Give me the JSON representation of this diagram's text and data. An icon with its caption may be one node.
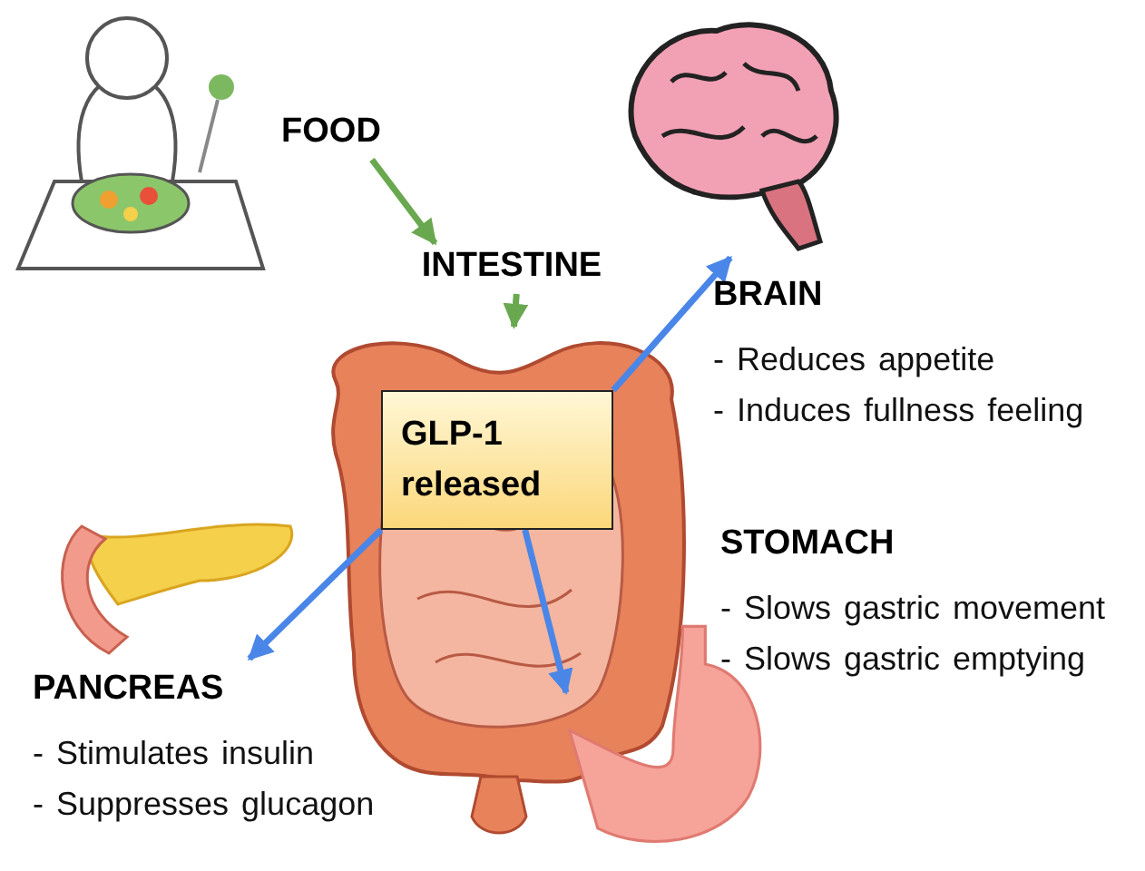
{
  "diagram": {
    "nodes": [
      {
        "text": [
          "FOOD"
        ]
      },
      {
        "text": [
          "INTESTINE"
        ]
      },
      {
        "text": [],
        "shape": "picture"
      },
      {
        "text": [
          "GLP-1 released"
        ],
        "in": 2
      },
      {
        "text": [],
        "shape": "picture",
        "beside": [
          "BRAIN",
          "- Reduces appetite",
          "- Induces fullness feeling"
        ]
      },
      {
        "text": [],
        "shape": "picture",
        "beside": [
          "PANCREAS",
          "- Stimulates insulin",
          "- Suppresses glucagon"
        ]
      },
      {
        "text": [],
        "shape": "picture",
        "beside": [
          "STOMACH",
          "- Slows gastric movement",
          "- Slows gastric emptying"
        ]
      }
    ],
    "edges": [
      {
        "from": 0,
        "to": 1,
        "arrow": "to",
        "color": "#6aa84f"
      },
      {
        "from": 1,
        "to": 2,
        "arrow": "to",
        "color": "#6aa84f"
      },
      {
        "from": 3,
        "to": 4,
        "arrow": "to"
      },
      {
        "from": 3,
        "to": 5,
        "arrow": "to"
      },
      {
        "from": 3,
        "to": 6,
        "arrow": "to"
      }
    ]
  }
}
